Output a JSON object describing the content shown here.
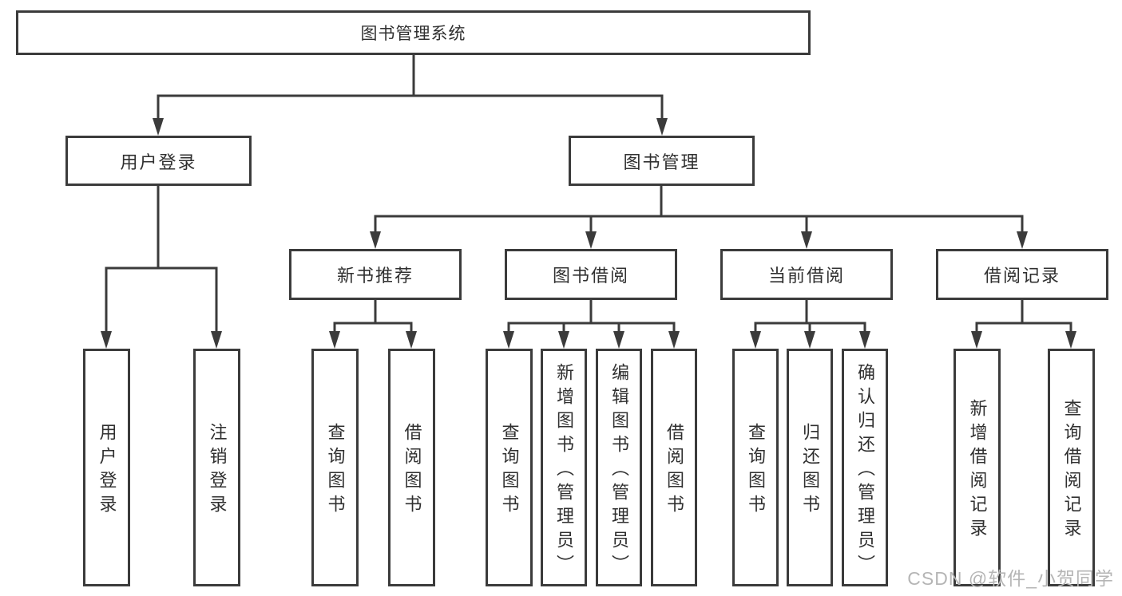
{
  "colors": {
    "line": "#3b3b3b",
    "text": "#303030",
    "watermark": "#b5b5b5",
    "background": "#ffffff"
  },
  "diagram": {
    "root": {
      "label": "图书管理系统"
    },
    "level2": {
      "user_login": {
        "label": "用户登录"
      },
      "book_management": {
        "label": "图书管理"
      }
    },
    "level3": {
      "new_book_recommend": {
        "label": "新书推荐"
      },
      "book_borrowing": {
        "label": "图书借阅"
      },
      "current_borrowing": {
        "label": "当前借阅"
      },
      "borrowing_records": {
        "label": "借阅记录"
      }
    },
    "leaves": {
      "user_login": {
        "label": "用户登录"
      },
      "logout": {
        "label": "注销登录"
      },
      "recommend_query_books": {
        "label": "查询图书"
      },
      "recommend_borrow_books": {
        "label": "借阅图书"
      },
      "borrowing_query_books": {
        "label": "查询图书"
      },
      "borrowing_add_books": {
        "label": "新增图书（管理员）"
      },
      "borrowing_edit_books": {
        "label": "编辑图书（管理员）"
      },
      "borrowing_borrow_books": {
        "label": "借阅图书"
      },
      "current_query_books": {
        "label": "查询图书"
      },
      "current_return_books": {
        "label": "归还图书"
      },
      "current_confirm_return": {
        "label": "确认归还（管理员）"
      },
      "records_add_record": {
        "label": "新增借阅记录"
      },
      "records_query_record": {
        "label": "查询借阅记录"
      }
    }
  },
  "watermark": {
    "text": "CSDN @软件_小贺同学"
  }
}
